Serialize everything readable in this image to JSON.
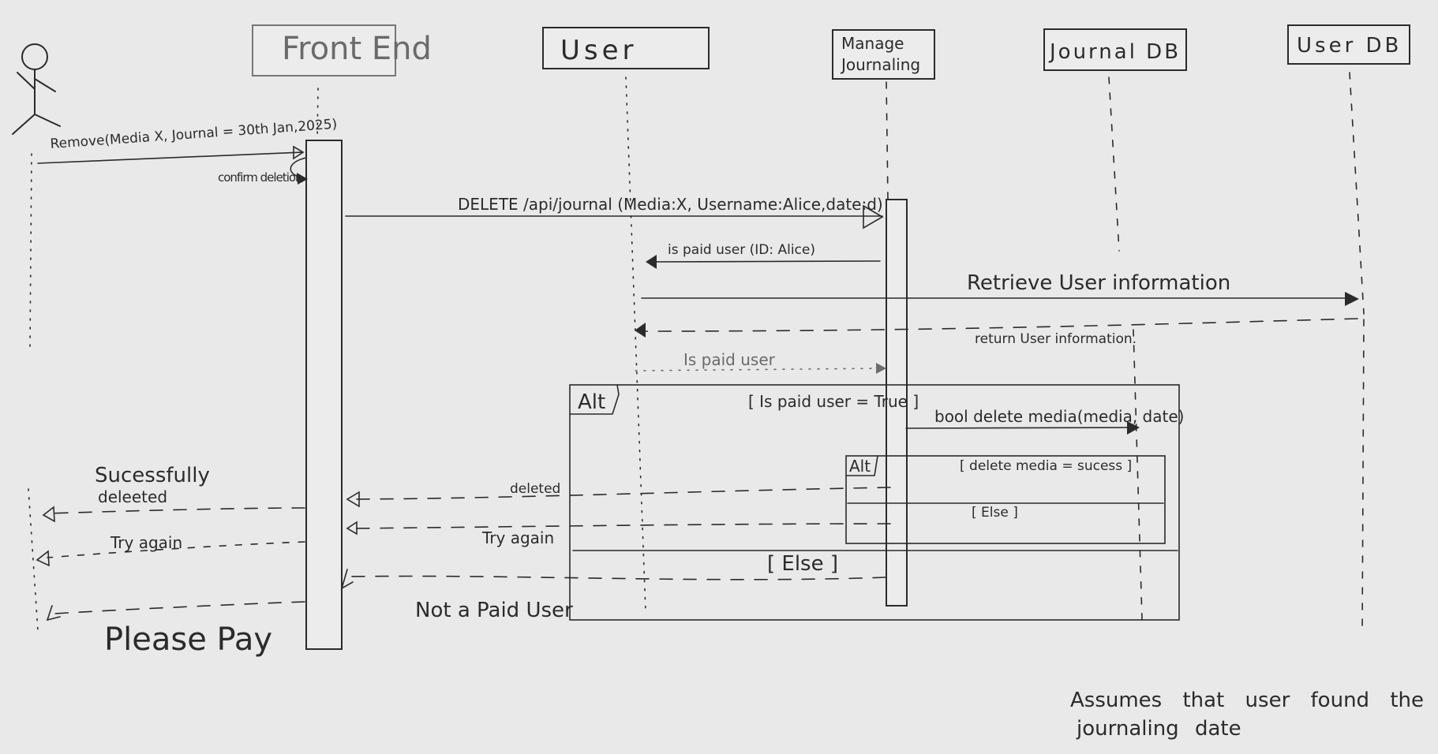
{
  "participants": {
    "front_end": "Front End",
    "user": "User",
    "manage_journaling": [
      "Manage",
      "Journaling"
    ],
    "journal_db": "Journal DB",
    "user_db": "User DB"
  },
  "messages": {
    "remove": "Remove(Media X, Journal = 30th Jan,2025)",
    "confirm_deletion": "confirm deletion",
    "delete_api": "DELETE /api/journal (Media:X, Username:Alice,date:d)",
    "is_paid_user": "is paid user (ID: Alice)",
    "retrieve_user_info": "Retrieve User information",
    "return_user_info": "return User information.",
    "is_paid_user_reply": "Is paid user",
    "bool_delete_media": "bool delete media(media, date)",
    "deleted": "deleted",
    "try_again_inner": "Try again",
    "not_a_paid_user": "Not a Paid User",
    "successfully_deleted": [
      "Sucessfully",
      "deleeted"
    ],
    "try_again_outer": "Try again",
    "please_pay": "Please Pay"
  },
  "fragments": {
    "outer_label": "Alt",
    "outer_guard": "[ Is paid user = True ]",
    "outer_else": "[ Else ]",
    "inner_label": "Alt",
    "inner_guard": "[ delete media = sucess ]",
    "inner_else": "[ Else ]"
  },
  "note": [
    "Assumes that user found the",
    "journaling date"
  ]
}
